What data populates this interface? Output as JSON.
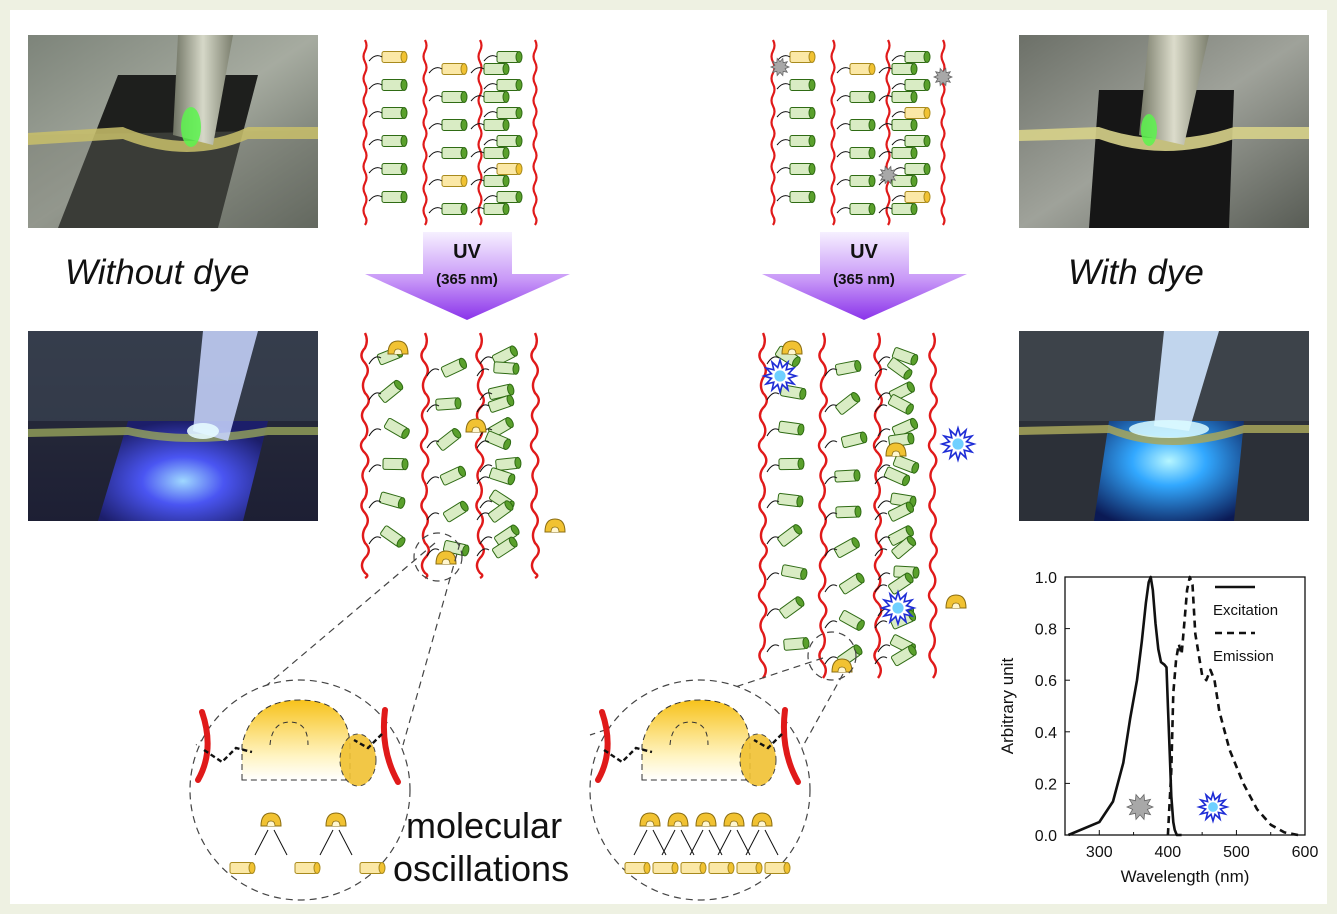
{
  "labels": {
    "without_dye": "Without dye",
    "with_dye": "With dye",
    "uv_title": "UV",
    "uv_wavelength": "(365 nm)",
    "molecular_line1": "molecular",
    "molecular_line2": "oscillations"
  },
  "colors": {
    "polymer_chain": "#e01a1a",
    "mesogen_green": "#5aa02c",
    "mesogen_yellow": "#f1c232",
    "uv_arrow_top": "#f3ecff",
    "uv_arrow_bottom": "#8e3be8",
    "uv_glow": "#3b4cf0"
  },
  "chart_data": {
    "type": "line",
    "xlabel": "Wavelength (nm)",
    "ylabel": "Arbitrary unit",
    "xlim": [
      250,
      600
    ],
    "ylim": [
      0,
      1.0
    ],
    "x_ticks": [
      "300",
      "400",
      "500",
      "600"
    ],
    "y_ticks": [
      "0.0",
      "0.2",
      "0.4",
      "0.6",
      "0.8",
      "1.0"
    ],
    "legend_position": "top-right",
    "series": [
      {
        "name": "Excitation",
        "style": "solid",
        "x": [
          255,
          300,
          320,
          335,
          345,
          355,
          362,
          368,
          372,
          375,
          378,
          382,
          386,
          390,
          395,
          398,
          400,
          403,
          405,
          408,
          410,
          413,
          420
        ],
        "y": [
          0.0,
          0.05,
          0.13,
          0.28,
          0.45,
          0.6,
          0.75,
          0.9,
          0.98,
          1.0,
          0.95,
          0.82,
          0.72,
          0.67,
          0.66,
          0.65,
          0.5,
          0.3,
          0.15,
          0.05,
          0.02,
          0.0,
          0.0
        ]
      },
      {
        "name": "Emission",
        "style": "dashed",
        "x": [
          400,
          405,
          408,
          412,
          416,
          420,
          424,
          428,
          432,
          436,
          440,
          445,
          450,
          456,
          462,
          468,
          475,
          490,
          510,
          530,
          550,
          570,
          590
        ],
        "y": [
          0.0,
          0.25,
          0.55,
          0.68,
          0.74,
          0.7,
          0.82,
          0.95,
          1.0,
          0.97,
          0.78,
          0.7,
          0.62,
          0.6,
          0.64,
          0.6,
          0.48,
          0.33,
          0.2,
          0.1,
          0.04,
          0.01,
          0.0
        ]
      }
    ]
  }
}
